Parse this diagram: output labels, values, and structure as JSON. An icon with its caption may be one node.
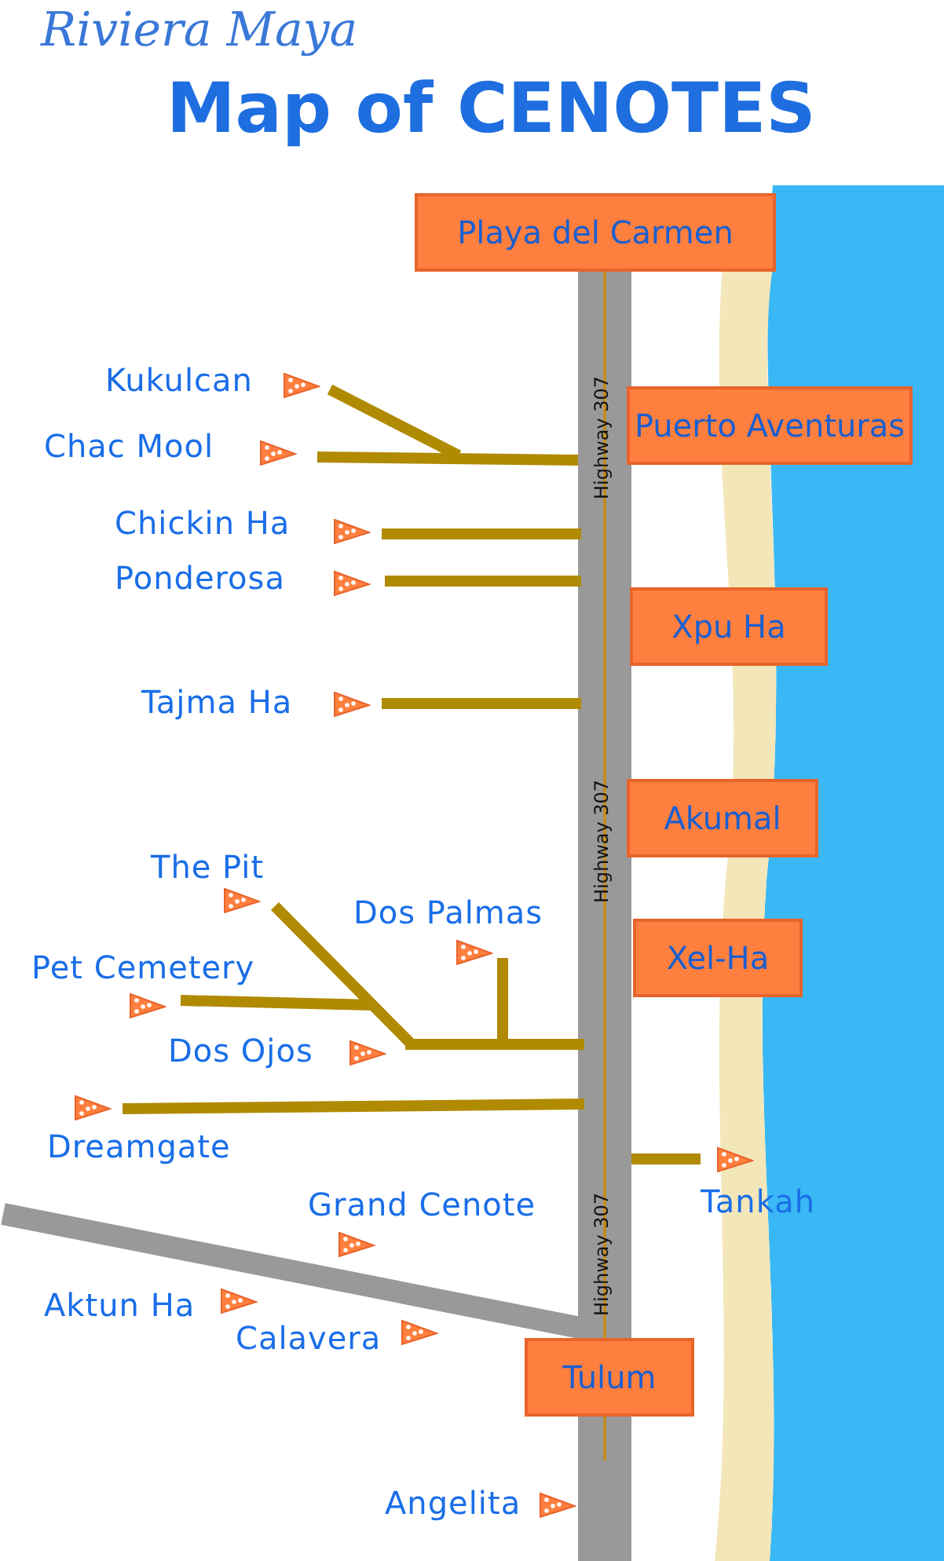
{
  "diagram": {
    "title": "Map of CENOTES",
    "nodes": [
      {
        "text": [
          "Playa del Carmen"
        ]
      },
      {
        "text": [
          "Puerto Aventuras"
        ]
      },
      {
        "text": [
          "Xpu Ha"
        ]
      },
      {
        "text": [
          "Akumal"
        ]
      },
      {
        "text": [
          "Xel-Ha"
        ]
      },
      {
        "text": [
          "Tulum"
        ]
      }
    ],
    "labels": [
      "Riviera Maya",
      "Highway 307",
      "Kukulcan",
      "Chac Mool",
      "Chickin Ha",
      "Ponderosa",
      "Tajma Ha",
      "Highway 307",
      "The Pit",
      "Dos Palmas",
      "Pet Cemetery",
      "Dos Ojos",
      "Dreamgate",
      "Grand Cenote",
      "Tankah",
      "Highway 307",
      "Aktun Ha",
      "Calavera",
      "Angelita"
    ]
  }
}
